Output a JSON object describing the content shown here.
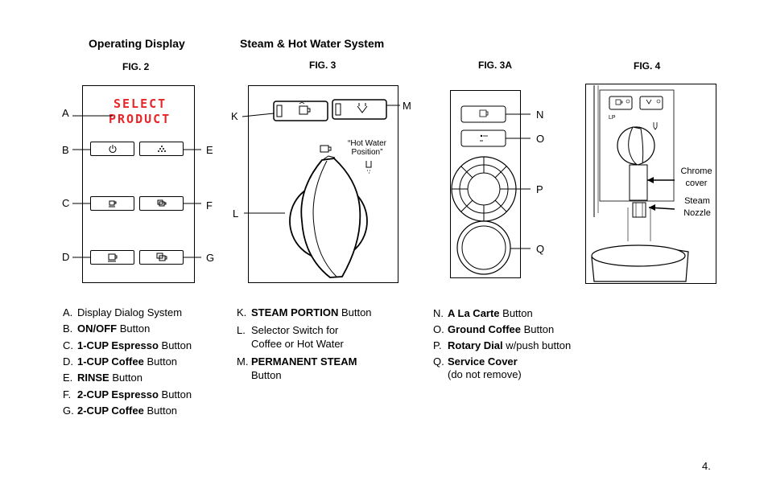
{
  "headers": {
    "operating_display": "Operating Display",
    "steam_system": "Steam & Hot Water System"
  },
  "figures": {
    "fig2": "FIG. 2",
    "fig3": "FIG. 3",
    "fig3a": "FIG. 3A",
    "fig4": "FIG. 4"
  },
  "fig2": {
    "display_line1": "SELECT",
    "display_line2": "PRODUCT",
    "labels": {
      "a": "A",
      "b": "B",
      "c": "C",
      "d": "D",
      "e": "E",
      "f": "F",
      "g": "G"
    },
    "icons": {
      "b": "power-icon",
      "e": "rinse-icon",
      "c": "cup-icon",
      "f": "double-cup-icon",
      "d": "mug-icon",
      "g": "double-mug-icon"
    }
  },
  "fig3": {
    "labels": {
      "k": "K",
      "l": "L",
      "m": "M"
    },
    "note": "“Hot Water Position”"
  },
  "fig3a": {
    "labels": {
      "n": "N",
      "o": "O",
      "p": "P",
      "q": "Q"
    }
  },
  "fig4": {
    "chrome_cover": "Chrome cover",
    "steam_nozzle": "Steam Nozzle",
    "dial_mark": "LP"
  },
  "legend_col1": [
    {
      "key": "A.",
      "bold": "",
      "rest": "Display Dialog System"
    },
    {
      "key": "B.",
      "bold": "ON/OFF",
      "rest": " Button"
    },
    {
      "key": "C.",
      "bold": "1-CUP Espresso",
      "rest": " Button"
    },
    {
      "key": "D.",
      "bold": "1-CUP Coffee",
      "rest": " Button"
    },
    {
      "key": "E.",
      "bold": "RINSE",
      "rest": " Button"
    },
    {
      "key": "F.",
      "bold": "2-CUP Espresso",
      "rest": " Button"
    },
    {
      "key": "G.",
      "bold": "2-CUP Coffee",
      "rest": " Button"
    }
  ],
  "legend_col2": [
    {
      "key": "K.",
      "bold": "STEAM PORTION",
      "rest": " Button",
      "line2": ""
    },
    {
      "key": "L.",
      "bold": "",
      "rest": "Selector Switch for",
      "line2": "Coffee or Hot Water"
    },
    {
      "key": "M.",
      "bold": "PERMANENT STEAM",
      "rest": "",
      "line2": "Button"
    }
  ],
  "legend_col3": [
    {
      "key": "N.",
      "bold": "A La Carte",
      "rest": " Button",
      "line2": ""
    },
    {
      "key": "O.",
      "bold": "Ground Coffee",
      "rest": " Button",
      "line2": ""
    },
    {
      "key": "P.",
      "bold": "Rotary Dial",
      "rest": " w/push button",
      "line2": ""
    },
    {
      "key": "Q.",
      "bold": "Service Cover",
      "rest": "",
      "line2": "(do not remove)"
    }
  ],
  "page_number": "4."
}
